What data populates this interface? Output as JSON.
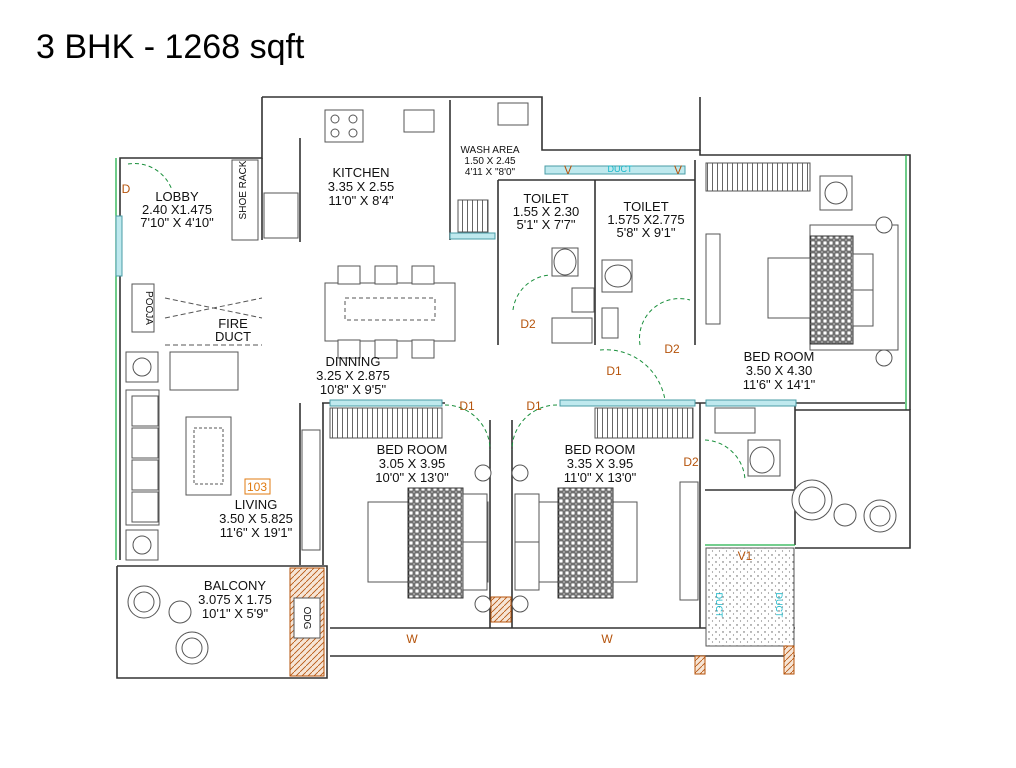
{
  "title": "3 BHK - 1268 sqft",
  "unit_number": "103",
  "rooms": [
    {
      "name": "LOBBY",
      "metric": "2.40 X1.475",
      "imperial": "7'10\" X 4'10\""
    },
    {
      "name": "KITCHEN",
      "metric": "3.35 X 2.55",
      "imperial": "11'0\" X 8'4\""
    },
    {
      "name": "WASH AREA",
      "metric": "1.50 X 2.45",
      "imperial": "4'11 X \"8'0\""
    },
    {
      "name": "TOILET",
      "metric": "1.55 X 2.30",
      "imperial": "5'1\" X 7'7\""
    },
    {
      "name": "TOILET",
      "metric": "1.575 X2.775",
      "imperial": "5'8\" X 9'1\""
    },
    {
      "name": "DINNING",
      "metric": "3.25 X 2.875",
      "imperial": "10'8\" X 9'5\""
    },
    {
      "name": "BED ROOM",
      "metric": "3.50 X 4.30",
      "imperial": "11'6\" X 14'1\""
    },
    {
      "name": "LIVING",
      "metric": "3.50 X 5.825",
      "imperial": "11'6\" X 19'1\""
    },
    {
      "name": "BED ROOM",
      "metric": "3.05 X 3.95",
      "imperial": "10'0\" X 13'0\""
    },
    {
      "name": "BED ROOM",
      "metric": "3.35 X 3.95",
      "imperial": "11'0\" X 13'0\""
    },
    {
      "name": "BALCONY",
      "metric": "3.075 X 1.75",
      "imperial": "10'1\" X 5'9\""
    }
  ],
  "fixtures": {
    "pooja": "POOJA",
    "fire_duct_1": "FIRE",
    "fire_duct_2": "DUCT",
    "shoe_rack": "SHOE RACK",
    "duct_top": "DUCT",
    "duct_left": "DUCT",
    "duct_right": "DUCT",
    "od": "ODG"
  },
  "door_tags": {
    "d": "D",
    "d1_a": "D1",
    "d1_b": "D1",
    "d1_c": "D1",
    "d2_a": "D2",
    "d2_b": "D2",
    "d2_c": "D2"
  },
  "window_tags": {
    "v_a": "V",
    "v_b": "V",
    "v1": "V1",
    "w_a": "W",
    "w_b": "W"
  }
}
